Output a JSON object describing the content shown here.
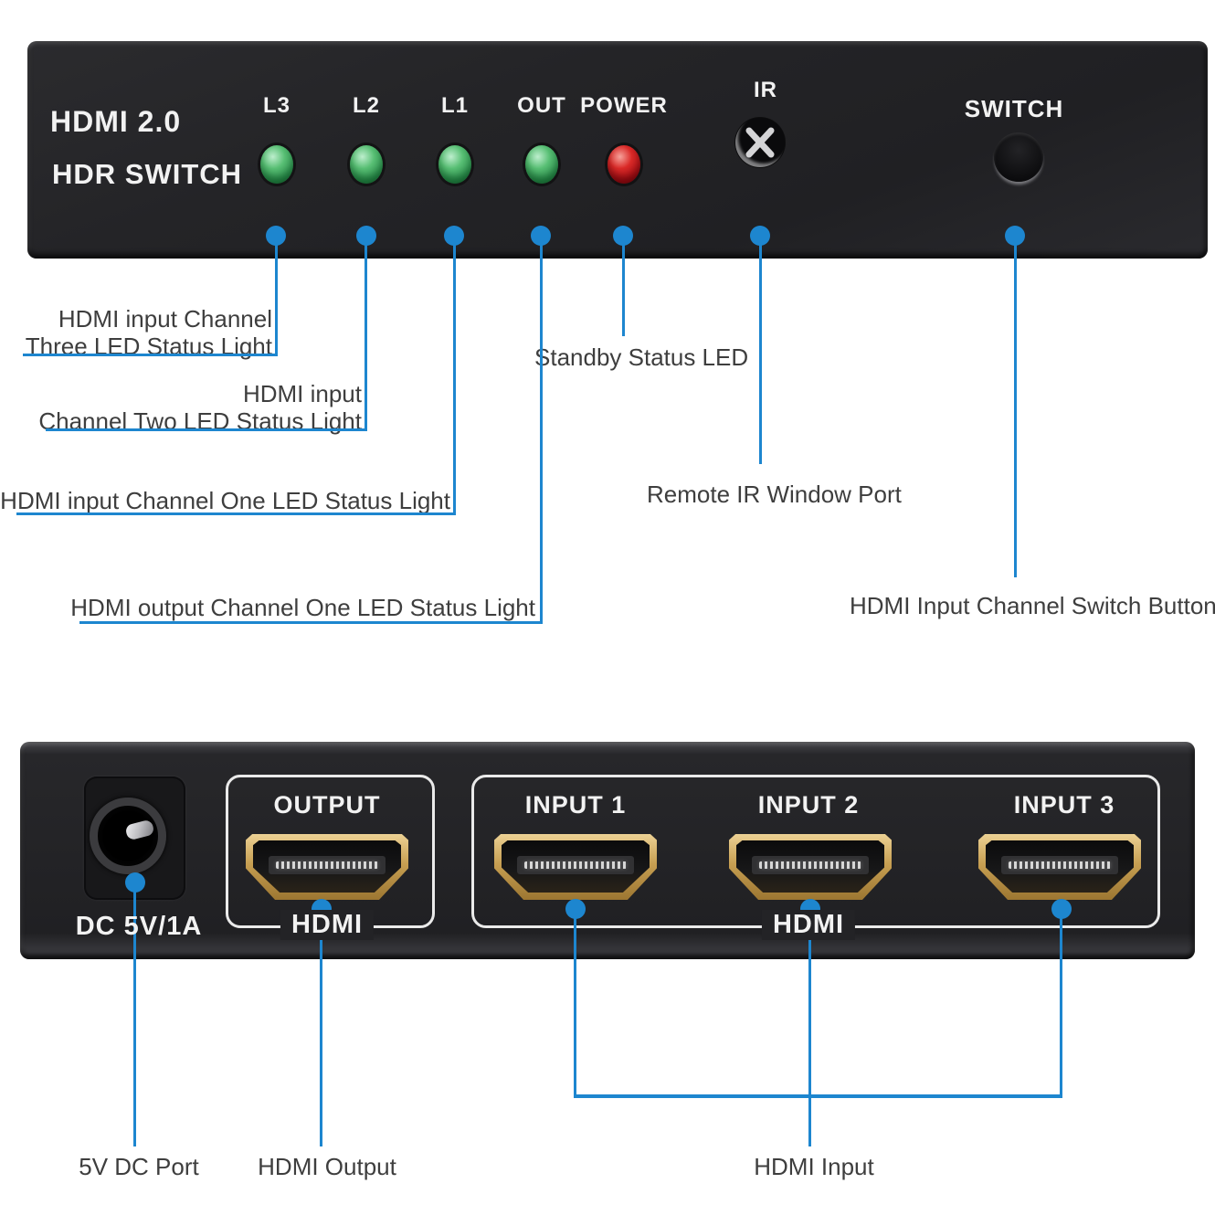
{
  "colors": {
    "background": "#ffffff",
    "panel_black": "#232326",
    "accent_blue": "#1d86cf",
    "callout_text": "#3e3e3e",
    "device_text": "#f2f2f2",
    "led_green": "#46b065",
    "led_red": "#cf1820",
    "port_gold": "#c79f52"
  },
  "front_panel": {
    "brand_line1": "HDMI 2.0",
    "brand_line2": "HDR SWITCH",
    "led_channels": [
      {
        "label": "L3",
        "color": "green"
      },
      {
        "label": "L2",
        "color": "green"
      },
      {
        "label": "L1",
        "color": "green"
      },
      {
        "label": "OUT",
        "color": "green"
      },
      {
        "label": "POWER",
        "color": "red"
      }
    ],
    "ir_label": "IR",
    "switch_label": "SWITCH"
  },
  "front_callouts": {
    "l3": {
      "line1": "HDMI input Channel",
      "line2": "Three LED Status Light"
    },
    "l2": {
      "line1": "HDMI input",
      "line2": "Channel Two LED Status Light"
    },
    "l1": {
      "text": "HDMI input Channel One LED Status Light"
    },
    "out": {
      "text": "HDMI output Channel One LED Status Light"
    },
    "power": {
      "text": "Standby Status LED"
    },
    "ir": {
      "text": "Remote IR Window Port"
    },
    "switch": {
      "text": "HDMI Input Channel Switch Button"
    }
  },
  "back_panel": {
    "dc_label": "DC 5V/1A",
    "output_group": {
      "title": "OUTPUT",
      "footer": "HDMI"
    },
    "input_group": {
      "titles": [
        "INPUT 1",
        "INPUT 2",
        "INPUT 3"
      ],
      "footer": "HDMI"
    }
  },
  "back_callouts": {
    "dc": "5V DC Port",
    "output": "HDMI Output",
    "input": "HDMI Input"
  }
}
